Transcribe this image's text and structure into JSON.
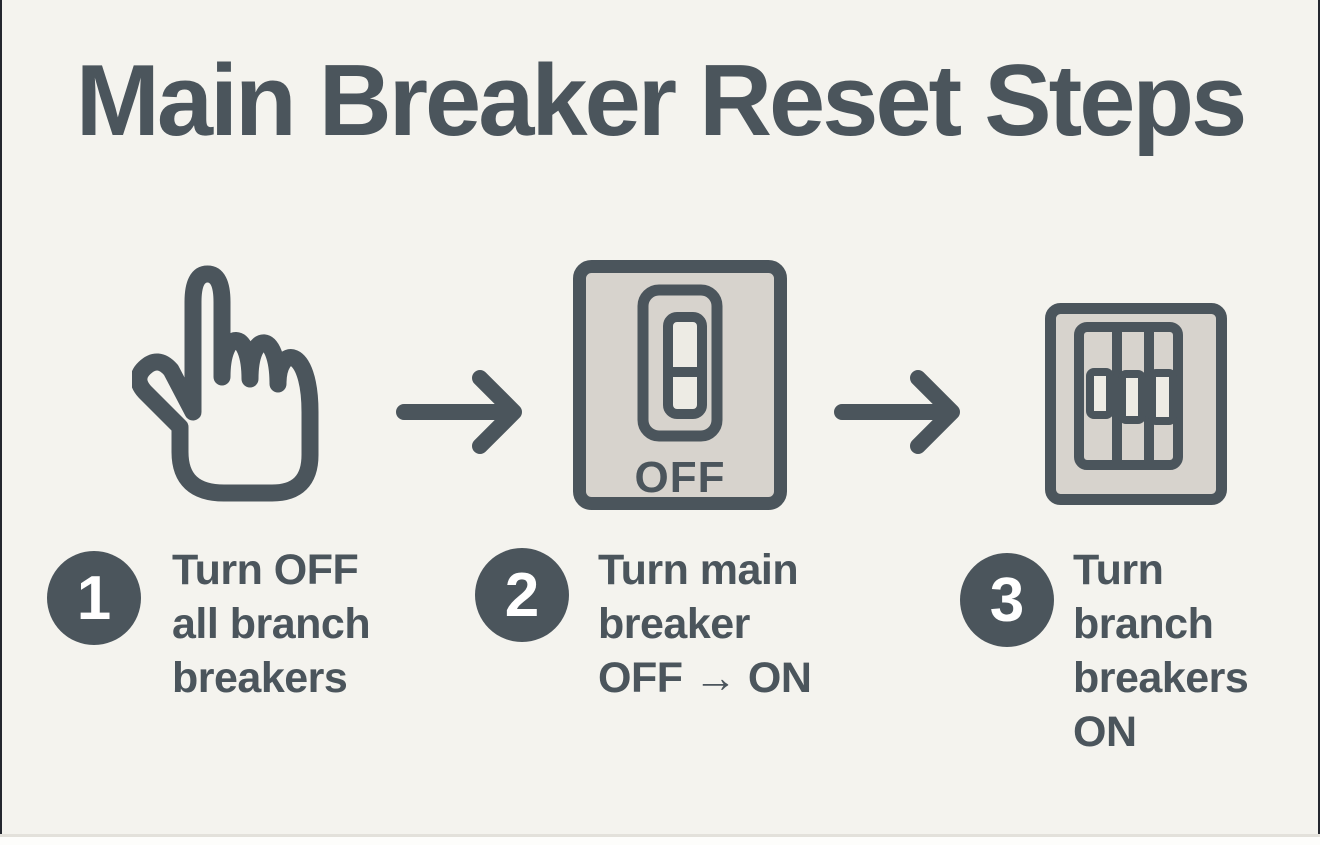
{
  "title": "Main Breaker Reset Steps",
  "switch_icon_label": "OFF",
  "colors": {
    "background": "#f4f3ee",
    "ink": "#4b555c",
    "plate_fill": "#d7d3cd",
    "toggle_fill": "#edebe4",
    "number_text": "#ffffff"
  },
  "icons": [
    "pointing-hand-icon",
    "right-arrow-icon",
    "off-switch-icon",
    "right-arrow-icon",
    "breaker-panel-icon"
  ],
  "steps": [
    {
      "number": "1",
      "text": "Turn OFF\nall branch\nbreakers",
      "icon": "pointing-hand-icon"
    },
    {
      "number": "2",
      "text": "Turn main\nbreaker\nOFF → ON",
      "icon": "off-switch-icon"
    },
    {
      "number": "3",
      "text": "Turn\nbranch\nbreakers\nON",
      "icon": "breaker-panel-icon"
    }
  ]
}
